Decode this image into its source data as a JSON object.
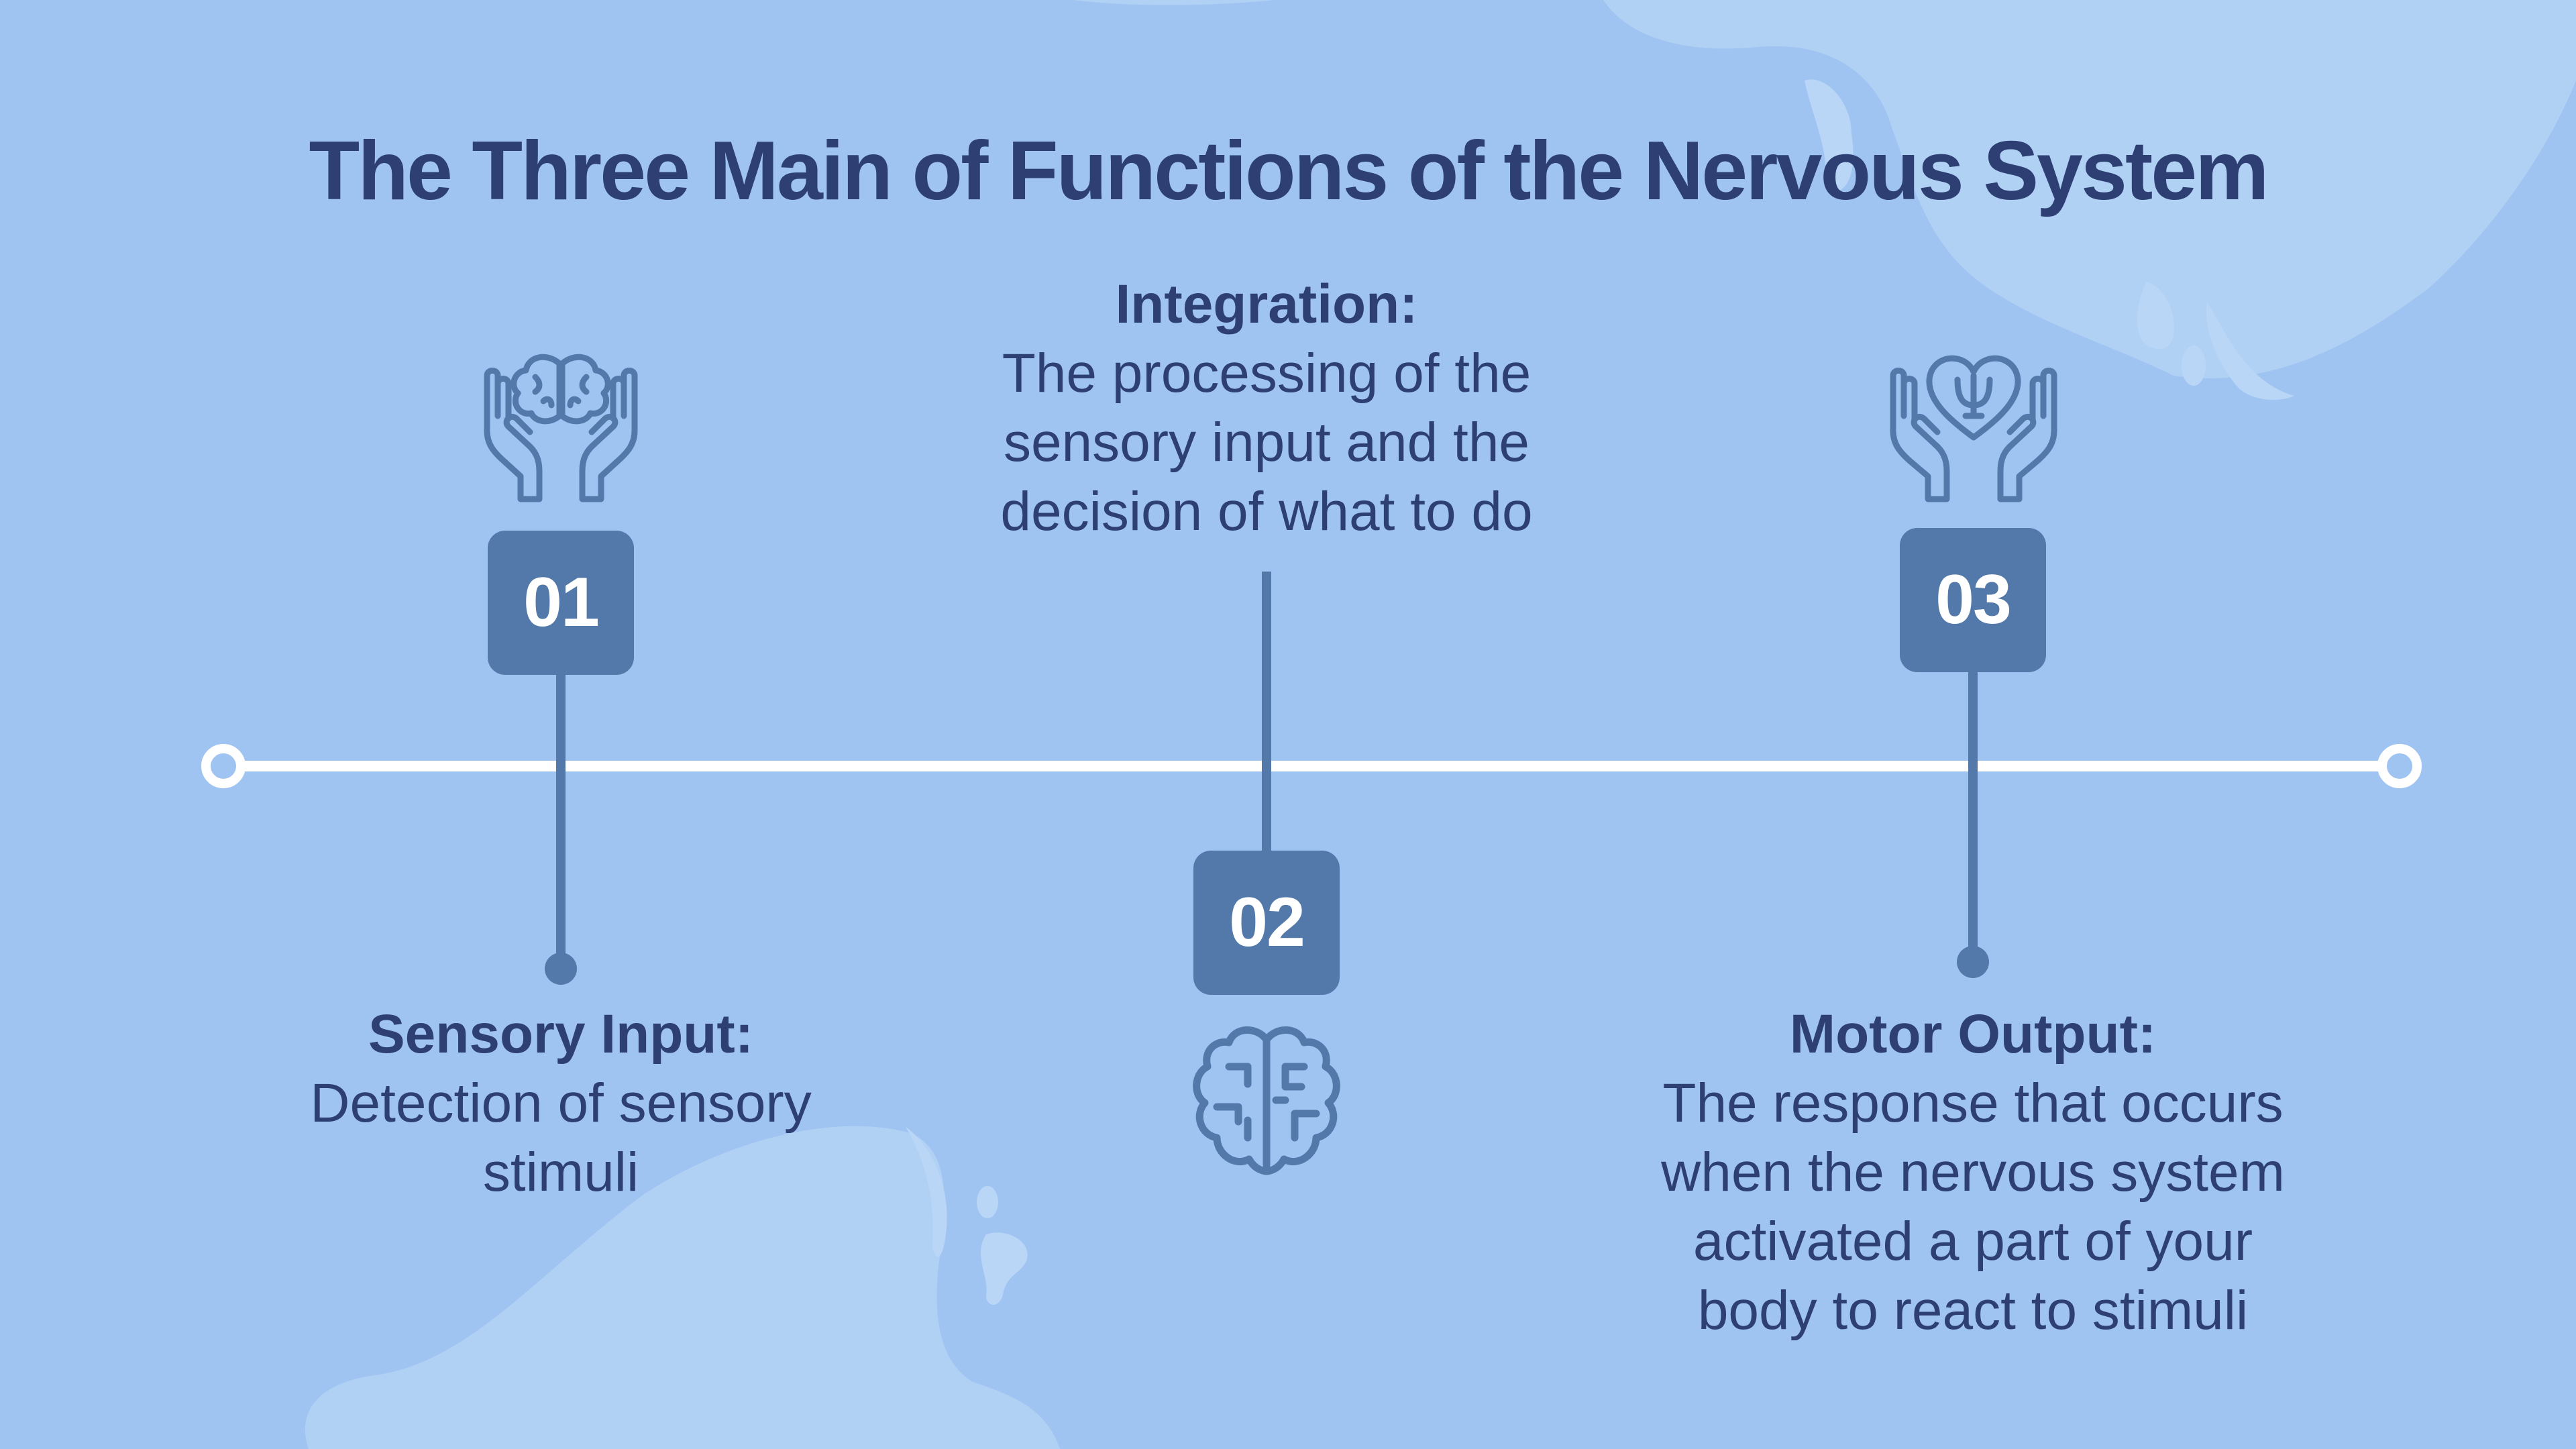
{
  "title": "The Three Main of Functions of the Nervous System",
  "steps": [
    {
      "number": "01",
      "heading": "Sensory Input:",
      "body_lines": [
        "Detection of sensory",
        "stimuli"
      ],
      "icon": "hands-holding-brain-icon"
    },
    {
      "number": "02",
      "heading": "Integration:",
      "body_lines": [
        "The processing of the",
        "sensory input and the",
        "decision of what to do"
      ],
      "icon": "brain-circuit-icon"
    },
    {
      "number": "03",
      "heading": "Motor Output:",
      "body_lines": [
        "The response that occurs",
        "when the nervous system",
        "activated a part of your",
        "body to react to stimuli"
      ],
      "icon": "hands-holding-heart-psi-icon"
    }
  ],
  "colors": {
    "background": "#a0c4f1",
    "blob": "#b1d1f4",
    "accent": "#5379aa",
    "text": "#2d3f73",
    "timeline": "#ffffff"
  }
}
